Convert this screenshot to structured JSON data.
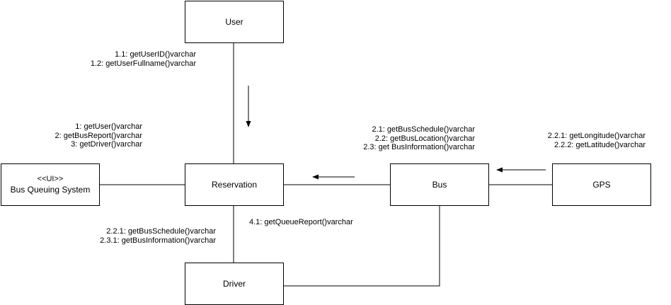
{
  "nodes": {
    "user": "User",
    "ui": {
      "stereotype": "<<UI>>",
      "name": "Bus Queuing System"
    },
    "reservation": "Reservation",
    "bus": "Bus",
    "gps": "GPS",
    "driver": "Driver"
  },
  "messages": {
    "user_reservation": [
      "1.1: getUserID()varchar",
      "1.2: getUserFullname()varchar"
    ],
    "ui_reservation": [
      "1: getUser()varchar",
      "2: getBusReport()varchar",
      "3: getDriver()varchar"
    ],
    "bus_reservation": [
      "2.1: getBusSchedule()varchar",
      "2.2: getBusLocation()varchar",
      "2.3: get BusInformation()varchar"
    ],
    "gps_bus": [
      "2.2.1: getLongitude()varchar",
      "2.2.2: getLatitude()varchar"
    ],
    "reservation_driver": [
      "2.2.1: getBusSchedule()varchar",
      "2.3.1: getBusInformation()varchar"
    ],
    "bus_driver": [
      "4.1: getQueueReport()varchar"
    ]
  },
  "colors": {
    "stroke": "#000000",
    "fill": "#ffffff",
    "text": "#000000"
  }
}
